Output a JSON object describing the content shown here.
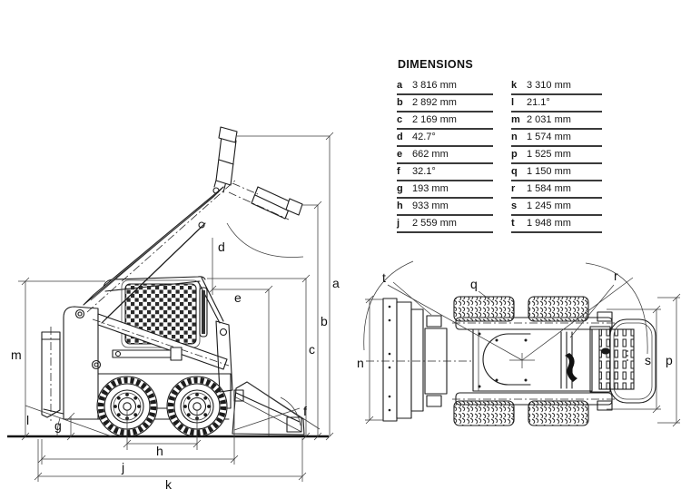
{
  "table": {
    "title": "DIMENSIONS",
    "left": [
      {
        "letter": "a",
        "value": "3 816 mm"
      },
      {
        "letter": "b",
        "value": "2 892 mm"
      },
      {
        "letter": "c",
        "value": "2 169 mm"
      },
      {
        "letter": "d",
        "value": "42.7°"
      },
      {
        "letter": "e",
        "value": "662 mm"
      },
      {
        "letter": "f",
        "value": "32.1°"
      },
      {
        "letter": "g",
        "value": "193 mm"
      },
      {
        "letter": "h",
        "value": "933 mm"
      },
      {
        "letter": "j",
        "value": "2 559 mm"
      }
    ],
    "right": [
      {
        "letter": "k",
        "value": "3 310 mm"
      },
      {
        "letter": "l",
        "value": "21.1°"
      },
      {
        "letter": "m",
        "value": "2 031 mm"
      },
      {
        "letter": "n",
        "value": "1 574 mm"
      },
      {
        "letter": "p",
        "value": "1 525 mm"
      },
      {
        "letter": "q",
        "value": "1 150 mm"
      },
      {
        "letter": "r",
        "value": "1 584 mm"
      },
      {
        "letter": "s",
        "value": "1 245 mm"
      },
      {
        "letter": "t",
        "value": "1 948 mm"
      }
    ]
  },
  "labels": {
    "side": {
      "a": "a",
      "b": "b",
      "c": "c",
      "d": "d",
      "e": "e",
      "f": "f",
      "g": "g",
      "h": "h",
      "j": "j",
      "k": "k",
      "l": "l",
      "m": "m"
    },
    "top": {
      "n": "n",
      "p": "p",
      "q": "q",
      "r": "r",
      "s": "s",
      "t": "t"
    }
  },
  "colors": {
    "ink": "#1c1c1c",
    "dimension_line": "#3c3c3c",
    "background": "#ffffff"
  }
}
